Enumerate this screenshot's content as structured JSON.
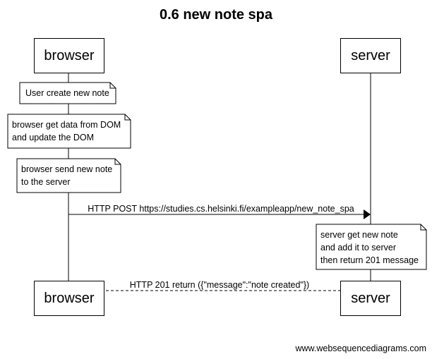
{
  "title": "0.6 new note spa",
  "actors": {
    "browser": "browser",
    "server": "server"
  },
  "notes": [
    {
      "lines": [
        "User create new note"
      ]
    },
    {
      "lines": [
        "browser get data from DOM",
        "and update the DOM"
      ]
    },
    {
      "lines": [
        "browser send new note",
        "to the server"
      ]
    },
    {
      "lines": [
        "server get new note",
        "and add it to server",
        "then return 201 message"
      ]
    }
  ],
  "messages": [
    {
      "from": "browser",
      "to": "server",
      "style": "solid",
      "label": "HTTP POST https://studies.cs.helsinki.fi/exampleapp/new_note_spa"
    },
    {
      "from": "server",
      "to": "browser",
      "style": "dashed",
      "label": "HTTP 201 return ({\"message\":\"note created\"})"
    }
  ],
  "watermark": "www.websequencediagrams.com"
}
